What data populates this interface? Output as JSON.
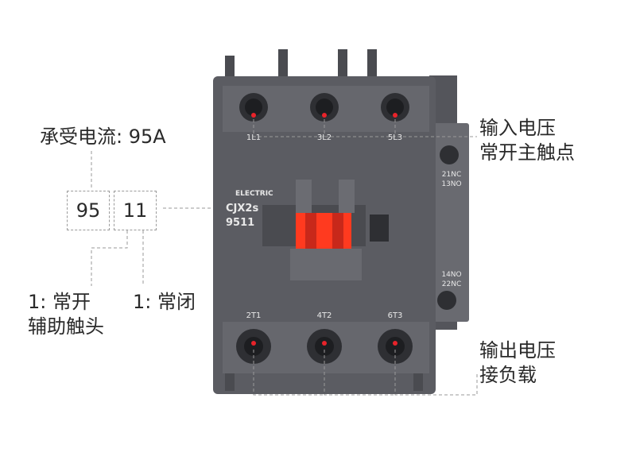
{
  "annotations": {
    "rated_current": "承受电流: 95A",
    "box_left": "95",
    "box_right": "11",
    "aux_no_line1": "1:  常开",
    "aux_no_line2": "辅助触头",
    "aux_nc": "1:  常闭",
    "input_line1": "输入电压",
    "input_line2": "常开主触点",
    "output_line1": "输出电压",
    "output_line2": "接负载"
  },
  "device": {
    "brand": "ELECTRIC",
    "model": "CJX2s",
    "code": "9511",
    "top_terminals": [
      "1L1",
      "3L2",
      "5L3"
    ],
    "bottom_terminals": [
      "2T1",
      "4T2",
      "6T3"
    ],
    "aux_top": [
      "21NC",
      "13NO"
    ],
    "aux_bottom": [
      "14NO",
      "22NC"
    ]
  },
  "colors": {
    "housing": "#5b5c62",
    "housing_dark": "#44454a",
    "indicator": "#ff3a1f",
    "dot": "#e8232a"
  }
}
